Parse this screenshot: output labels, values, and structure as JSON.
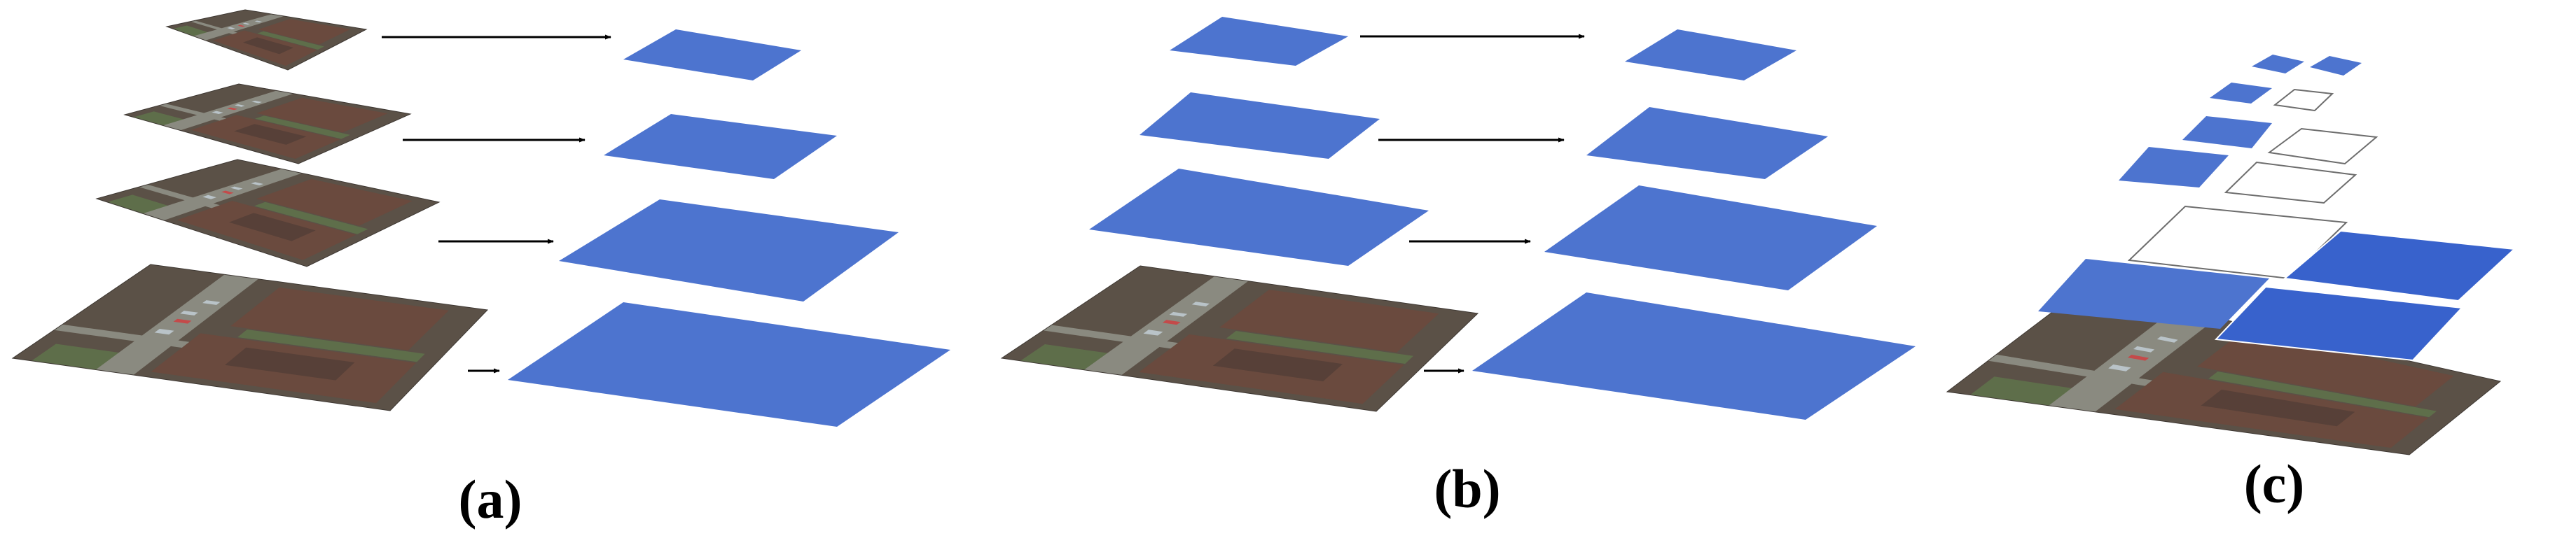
{
  "panels": [
    {
      "id": "a",
      "label": "(a)"
    },
    {
      "id": "b",
      "label": "(b)"
    },
    {
      "id": "c",
      "label": "(c)"
    }
  ],
  "colors": {
    "feature_fill": "#4d74cf",
    "feature_fill_dark": "#3862cc",
    "arrow": "#000000",
    "outline": "#6d6d6d",
    "aerial_base": "#5b5147",
    "aerial_road": "#8a8a80",
    "aerial_roof": "#6a4a3e",
    "aerial_green": "#5e6e4a",
    "aerial_light": "#b9c3c8"
  },
  "icons": {
    "input_tile": "aerial-image-icon",
    "feature_map": "feature-map-icon",
    "arrow": "arrow-right-icon"
  }
}
